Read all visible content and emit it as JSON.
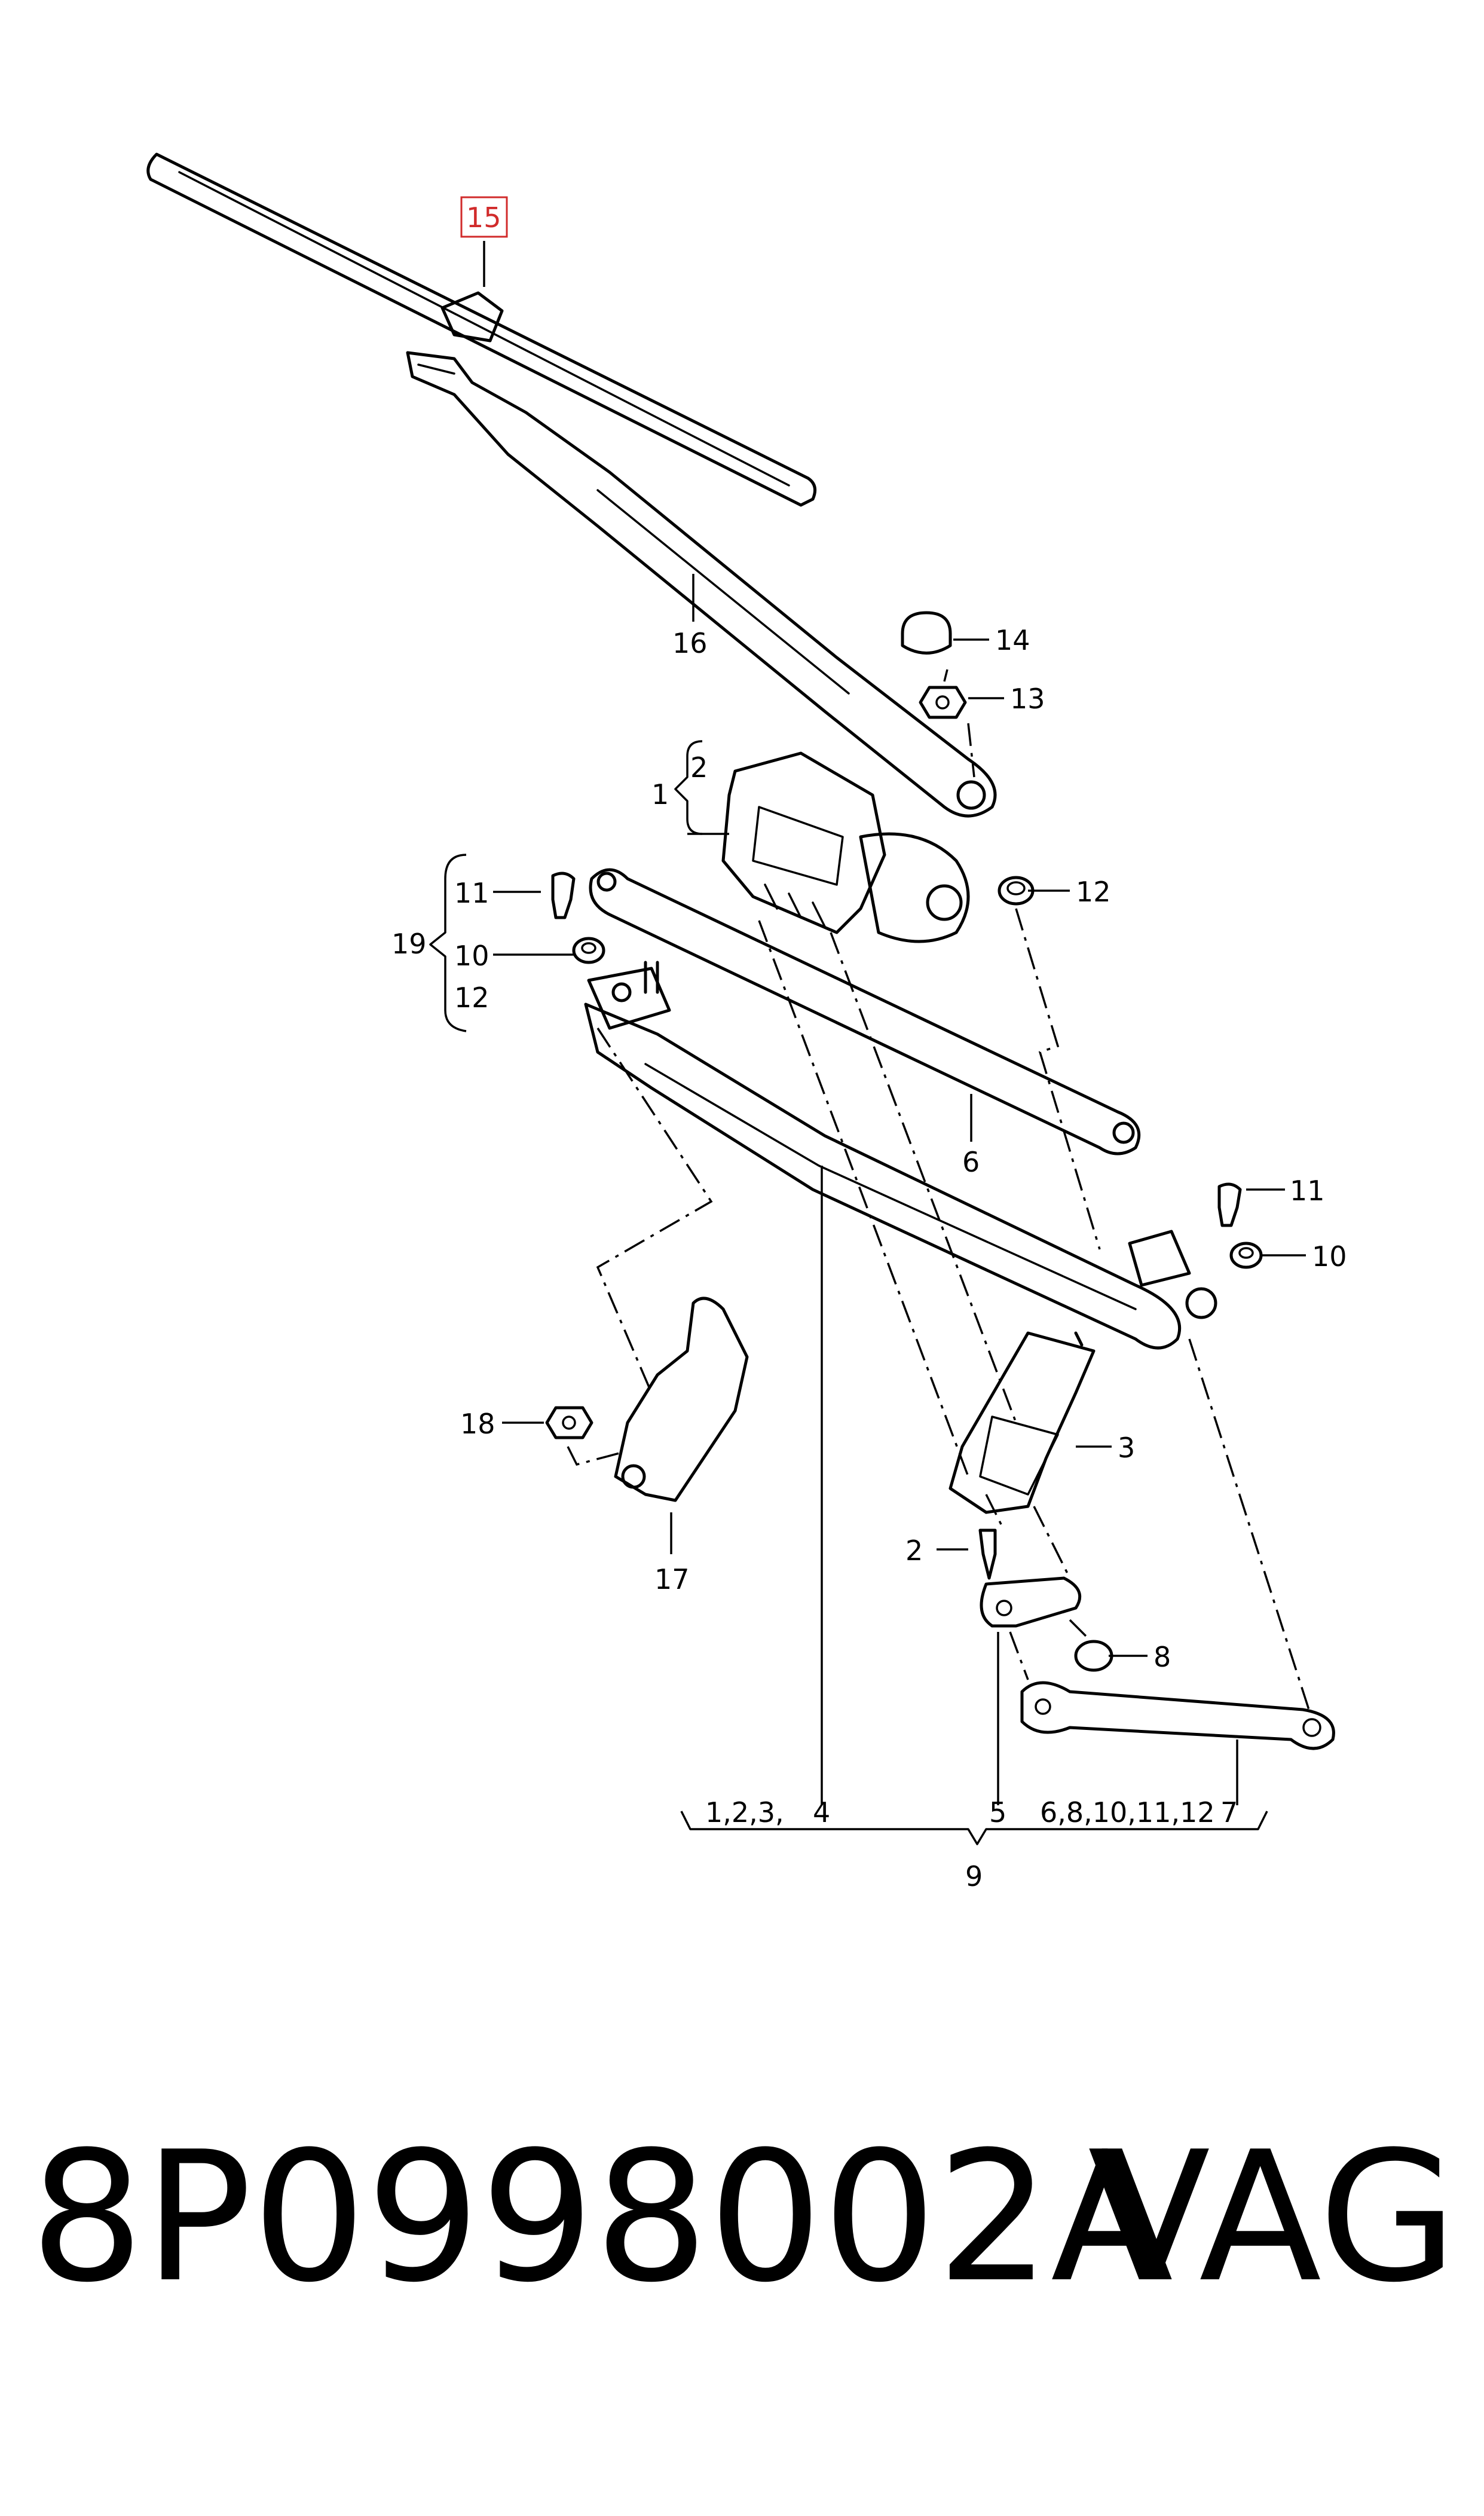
{
  "callouts": {
    "c15": "15",
    "c16": "16",
    "c14": "14",
    "c13": "13",
    "c1": "1",
    "c2top": "2",
    "c12right": "12",
    "c11left": "11",
    "c19": "19",
    "c10left": "10",
    "c12left": "12",
    "c6": "6",
    "c11right": "11",
    "c10right": "10",
    "c3": "3",
    "c18": "18",
    "c17": "17",
    "c2bottom": "2",
    "c8": "8",
    "c7": "7",
    "c9": "9"
  },
  "bracket_labels": {
    "group_a": "1,2,3,",
    "group_b": "4",
    "group_c": "5",
    "group_d": "6,8,10,11,12",
    "group_e": "7"
  },
  "footer": {
    "part_number": "8P0998002A",
    "brand": "VAG"
  },
  "colors": {
    "highlight": "#d12b2b",
    "line": "#000000",
    "background": "#ffffff"
  }
}
